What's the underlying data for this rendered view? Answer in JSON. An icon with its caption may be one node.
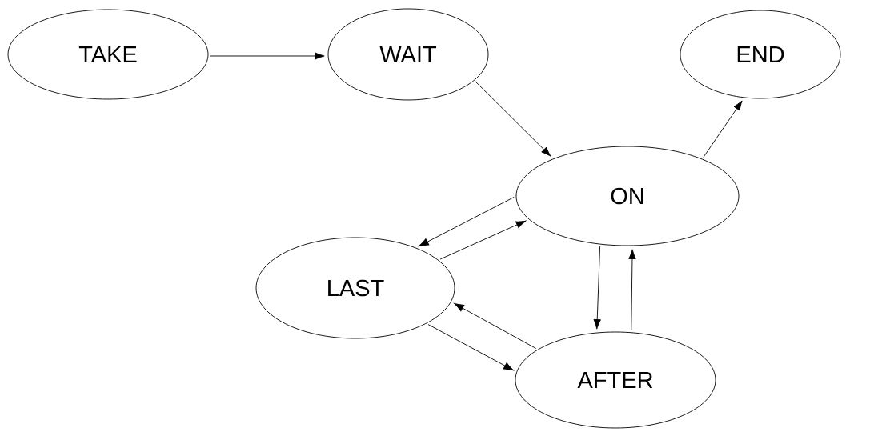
{
  "diagram": {
    "nodes": [
      {
        "text": [
          "TAKE"
        ]
      },
      {
        "text": [
          "WAIT"
        ]
      },
      {
        "text": [
          "END"
        ]
      },
      {
        "text": [
          "ON"
        ]
      },
      {
        "text": [
          "LAST"
        ]
      },
      {
        "text": [
          "AFTER"
        ]
      }
    ],
    "edges": [
      {
        "from": 0,
        "to": 1,
        "arrow": "to"
      },
      {
        "from": 1,
        "to": 3,
        "arrow": "to"
      },
      {
        "from": 3,
        "to": 2,
        "arrow": "to"
      },
      {
        "from": 3,
        "to": 4,
        "arrow": "to"
      },
      {
        "from": 4,
        "to": 3,
        "arrow": "to"
      },
      {
        "from": 3,
        "to": 5,
        "arrow": "to"
      },
      {
        "from": 5,
        "to": 3,
        "arrow": "to"
      },
      {
        "from": 5,
        "to": 4,
        "arrow": "to"
      },
      {
        "from": 4,
        "to": 5,
        "arrow": "to"
      }
    ]
  }
}
